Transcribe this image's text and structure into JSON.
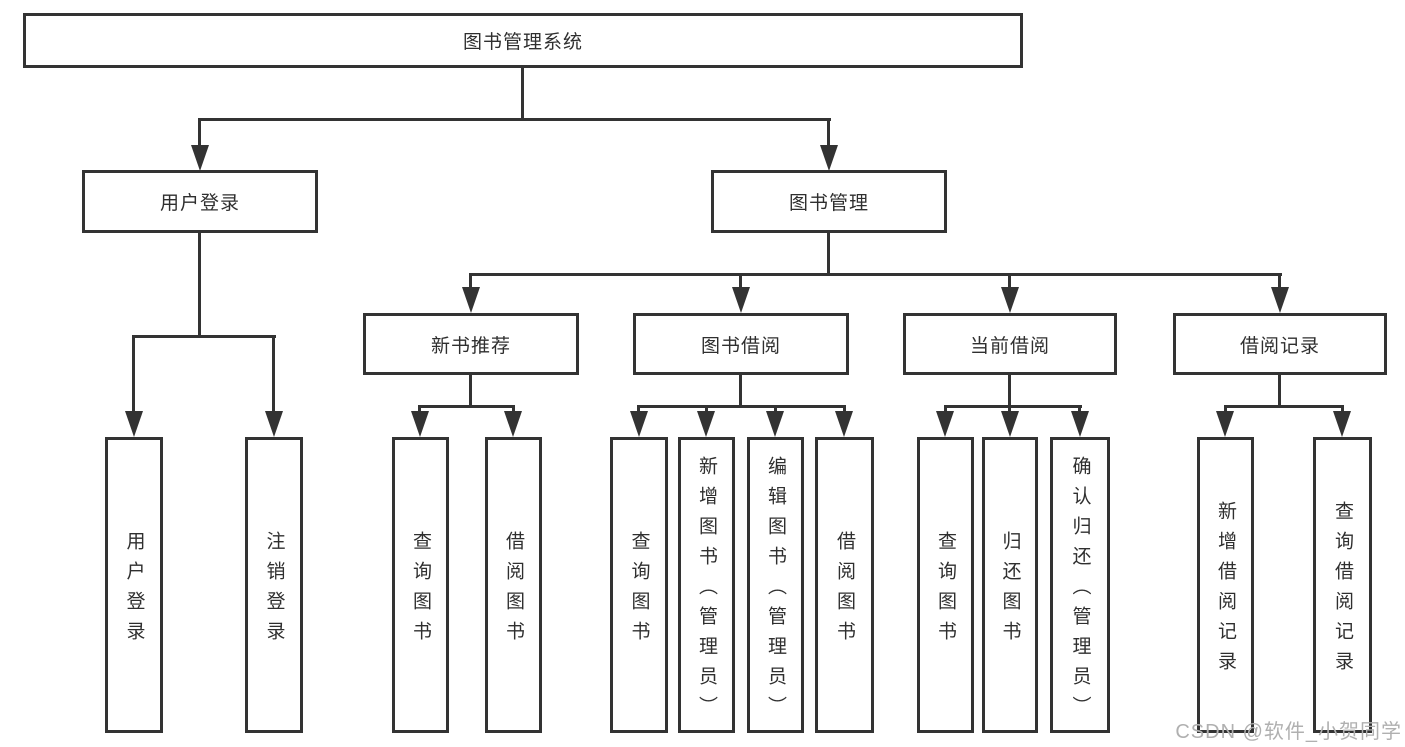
{
  "diagram": {
    "root": {
      "label": "图书管理系统"
    },
    "branches": [
      {
        "label": "用户登录",
        "children": [
          {
            "label": "用户登录"
          },
          {
            "label": "注销登录"
          }
        ]
      },
      {
        "label": "图书管理",
        "children": [
          {
            "label": "新书推荐",
            "children": [
              {
                "label": "查询图书"
              },
              {
                "label": "借阅图书"
              }
            ]
          },
          {
            "label": "图书借阅",
            "children": [
              {
                "label": "查询图书"
              },
              {
                "label": "新增图书（管理员）"
              },
              {
                "label": "编辑图书（管理员）"
              },
              {
                "label": "借阅图书"
              }
            ]
          },
          {
            "label": "当前借阅",
            "children": [
              {
                "label": "查询图书"
              },
              {
                "label": "归还图书"
              },
              {
                "label": "确认归还（管理员）"
              }
            ]
          },
          {
            "label": "借阅记录",
            "children": [
              {
                "label": "新增借阅记录"
              },
              {
                "label": "查询借阅记录"
              }
            ]
          }
        ]
      }
    ],
    "watermark": "CSDN @软件_小贺同学",
    "colors": {
      "line": "#333333",
      "text": "#2f2f2f",
      "watermark": "#b0b0b0",
      "background": "#ffffff"
    }
  }
}
